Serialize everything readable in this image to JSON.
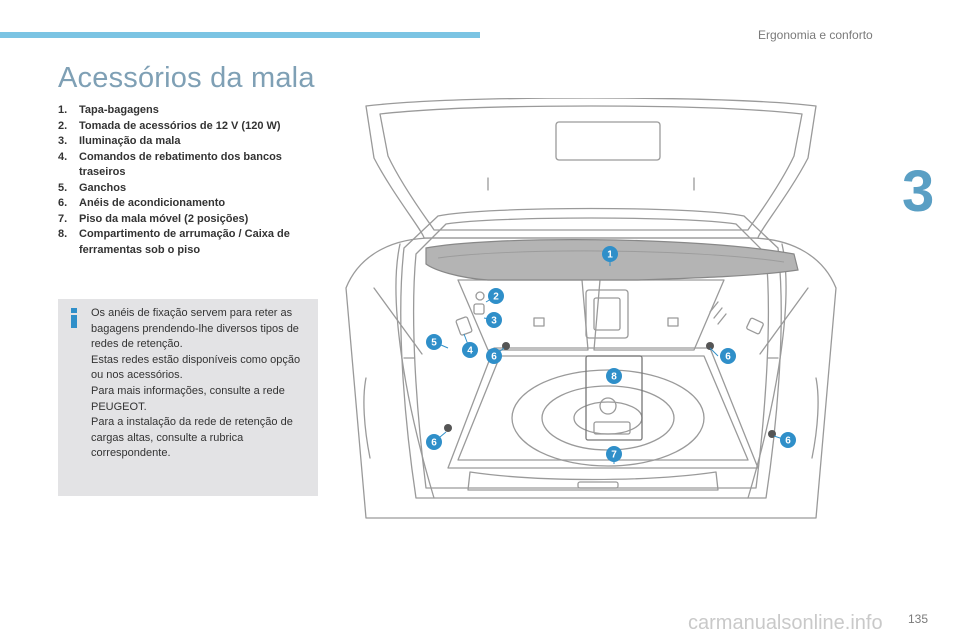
{
  "header": {
    "section_label": "Ergonomia e conforto",
    "chapter_number": "3"
  },
  "page_title": "Acessórios da mala",
  "legend": [
    {
      "num": "1.",
      "label": "Tapa-bagagens"
    },
    {
      "num": "2.",
      "label": "Tomada de acessórios de 12 V (120 W)"
    },
    {
      "num": "3.",
      "label": "Iluminação da mala"
    },
    {
      "num": "4.",
      "label": "Comandos de rebatimento dos bancos traseiros"
    },
    {
      "num": "5.",
      "label": "Ganchos"
    },
    {
      "num": "6.",
      "label": "Anéis de acondicionamento"
    },
    {
      "num": "7.",
      "label": "Piso da mala móvel (2 posições)"
    },
    {
      "num": "8.",
      "label": "Compartimento de arrumação / Caixa de ferramentas sob o piso"
    }
  ],
  "info": {
    "icon": "info-icon",
    "paragraphs": [
      "Os anéis de fixação servem para reter as bagagens prendendo-lhe diversos tipos de redes de retenção.",
      "Estas redes estão disponíveis como opção ou nos acessórios.",
      "Para mais informações, consulte a rede PEUGEOT.",
      "Para a instalação da rede de retenção de cargas altas, consulte a rubrica correspondente."
    ]
  },
  "callouts": [
    "1",
    "2",
    "3",
    "4",
    "5",
    "6",
    "6",
    "6",
    "6",
    "7",
    "8"
  ],
  "page_number": "135",
  "watermark": "carmanualsonline.info",
  "colors": {
    "accent": "#7bc4e3",
    "callout": "#2f8fc9",
    "title": "#7fa0b5",
    "info_bg": "#e3e3e5"
  }
}
